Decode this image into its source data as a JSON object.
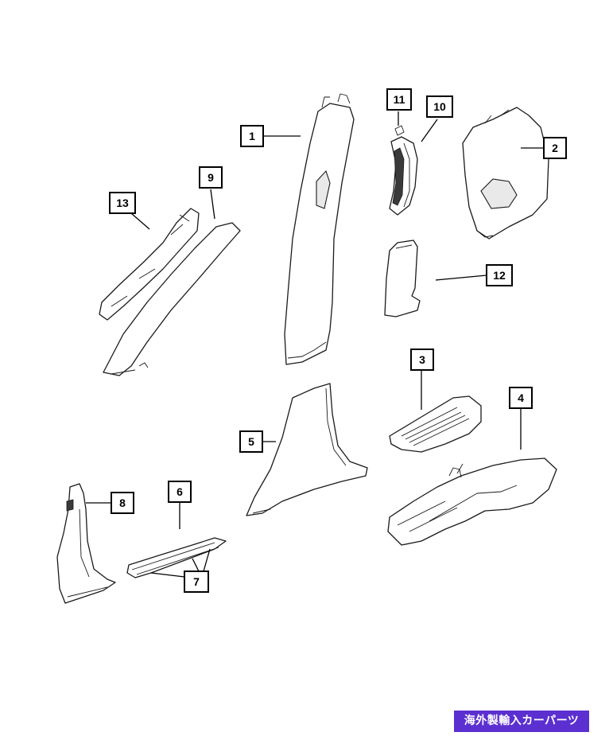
{
  "callouts": {
    "c1": "1",
    "c2": "2",
    "c3": "3",
    "c4": "4",
    "c5": "5",
    "c6": "6",
    "c7": "7",
    "c8": "8",
    "c9": "9",
    "c10": "10",
    "c11": "11",
    "c12": "12",
    "c13": "13"
  },
  "watermark": {
    "text": "海外製輸入カーパーツ",
    "color": "#5b2fd0"
  }
}
